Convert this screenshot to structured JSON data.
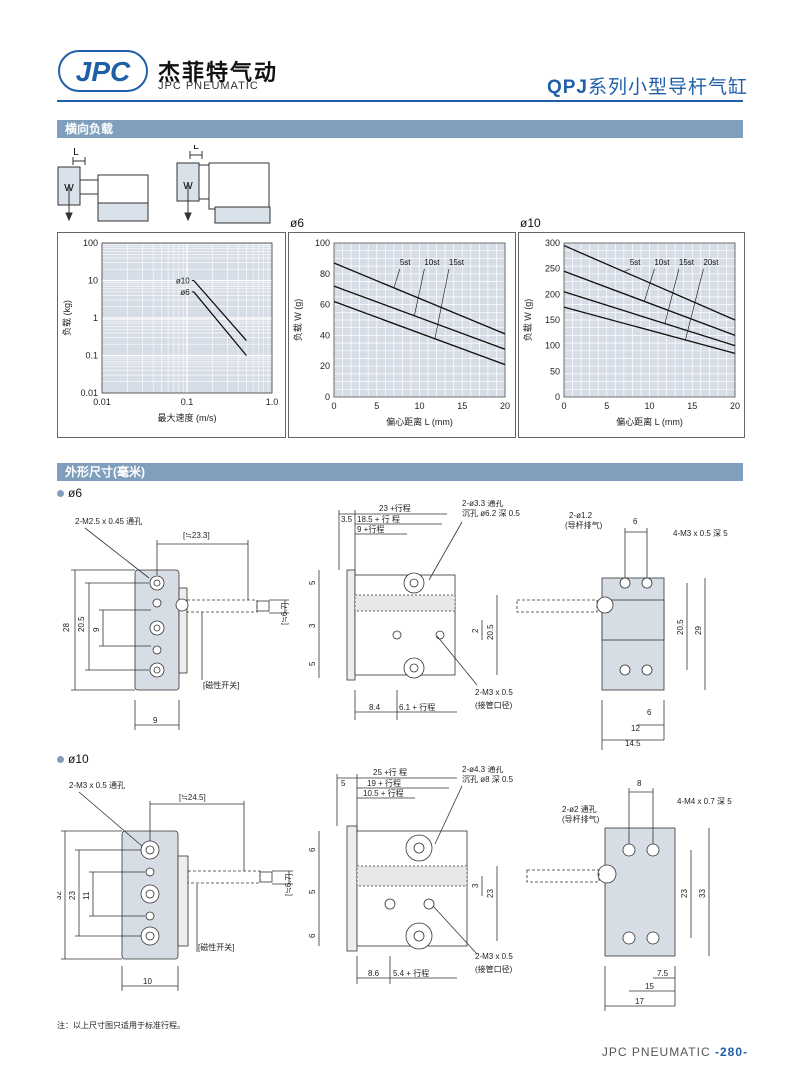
{
  "header": {
    "logo_text": "JPC",
    "brand_cn": "杰菲特气动",
    "brand_en": "JPC PNEUMATIC",
    "title_series": "QPJ",
    "title_rest": "系列小型导杆气缸"
  },
  "sections": {
    "lateral_load": "横向负载",
    "dimensions": "外形尺寸(毫米)"
  },
  "schematic": {
    "l_label": "L",
    "w_label": "W"
  },
  "charts": {
    "speed_plot_title": "",
    "phi6_title": "ø6",
    "phi10_title": "ø10"
  },
  "chart_data": [
    {
      "type": "line",
      "title": "",
      "xlabel": "最大速度 (m/s)",
      "ylabel": "负载 (kg)",
      "xscale": "log",
      "yscale": "log",
      "xlim": [
        0.01,
        1.0
      ],
      "ylim": [
        0.01,
        100
      ],
      "xticks": [
        "0.01",
        "0.1",
        "1.0"
      ],
      "yticks": [
        "100",
        "10",
        "1",
        "0.1",
        "0.01"
      ],
      "grid": true,
      "series": [
        {
          "name": "ø10",
          "x": [
            0.12,
            0.5
          ],
          "y": [
            10,
            0.25
          ]
        },
        {
          "name": "ø6",
          "x": [
            0.12,
            0.5
          ],
          "y": [
            5,
            0.1
          ]
        }
      ]
    },
    {
      "type": "line",
      "title": "ø6",
      "xlabel": "偏心距离 L (mm)",
      "ylabel": "负载 W (g)",
      "xlim": [
        0,
        20
      ],
      "ylim": [
        0,
        100
      ],
      "xticks": [
        0,
        5,
        10,
        15,
        20
      ],
      "yticks": [
        0,
        20,
        40,
        60,
        80,
        100
      ],
      "grid": true,
      "series": [
        {
          "name": "5st",
          "x": [
            0,
            20
          ],
          "y": [
            87,
            41
          ]
        },
        {
          "name": "10st",
          "x": [
            0,
            20
          ],
          "y": [
            72,
            31
          ]
        },
        {
          "name": "15st",
          "x": [
            0,
            20
          ],
          "y": [
            62,
            21
          ]
        }
      ]
    },
    {
      "type": "line",
      "title": "ø10",
      "xlabel": "偏心距离 L (mm)",
      "ylabel": "负载 W (g)",
      "xlim": [
        0,
        20
      ],
      "ylim": [
        0,
        300
      ],
      "xticks": [
        0,
        5,
        10,
        15,
        20
      ],
      "yticks": [
        0,
        50,
        100,
        150,
        200,
        250,
        300
      ],
      "grid": true,
      "series": [
        {
          "name": "5st",
          "x": [
            0,
            20
          ],
          "y": [
            295,
            150
          ]
        },
        {
          "name": "10st",
          "x": [
            0,
            20
          ],
          "y": [
            245,
            120
          ]
        },
        {
          "name": "15st",
          "x": [
            0,
            20
          ],
          "y": [
            205,
            100
          ]
        },
        {
          "name": "20st",
          "x": [
            0,
            20
          ],
          "y": [
            175,
            85
          ]
        }
      ]
    }
  ],
  "dims6": {
    "mark": "ø6",
    "m_hole": "2-M2.5 x 0.45 通孔",
    "approx": "[≒23.3]",
    "approx67": "[≒6.7]",
    "sensor": "[磁性开关]",
    "d28": "28",
    "d205": "20.5",
    "d9v": "9",
    "d9h": "9",
    "top1": "23 +行程",
    "top2": "18.5 + 行 程",
    "top3": "9 +行程",
    "d35": "3.5",
    "hole1": "2-ø3.3 通孔",
    "hole2": "沉孔 ø6.2 深 0.5",
    "d5a": "5",
    "d3": "3",
    "d5b": "5",
    "d2": "2",
    "d205b": "20.5",
    "port": "2-M3 x 0.5",
    "port_cn": "(接管口径)",
    "d84": "8.4",
    "d61": "6.1 + 行程",
    "r_hole": "2-ø1.2",
    "r_exhaust": "(导杆排气)",
    "r_d6": "6",
    "r_m3": "4-M3 x 0.5 深 5",
    "r_205": "20.5",
    "r_29": "29",
    "r_6b": "6",
    "r_12": "12",
    "r_145": "14.5"
  },
  "dims10": {
    "mark": "ø10",
    "m_hole": "2-M3 x 0.5 通孔",
    "approx": "[≒24.5]",
    "approx67": "[≒6.7]",
    "sensor": "[磁性开关]",
    "d32": "32",
    "d23": "23",
    "d11": "11",
    "d10": "10",
    "top1": "25 +行 程",
    "top2": "19 + 行程",
    "top3": "10.5 + 行程",
    "d5": "5",
    "hole1": "2-ø4.3 通孔",
    "hole2": "沉孔 ø8 深 0.5",
    "d6a": "6",
    "d5b": "5",
    "d6b": "6",
    "d3": "3",
    "d23b": "23",
    "port": "2-M3 x 0.5",
    "port_cn": "(接管口径)",
    "d86": "8.6",
    "d54": "5.4 + 行程",
    "r_hole": "2-ø2 通孔",
    "r_exhaust": "(导杆排气)",
    "r_d8": "8",
    "r_m4": "4-M4 x 0.7 深 5",
    "r_23": "23",
    "r_33": "33",
    "r_75": "7.5",
    "r_15": "15",
    "r_17": "17"
  },
  "note": "注：以上尺寸图只适用于标准行程。",
  "footer": {
    "brand": "JPC PNEUMATIC",
    "page": "-280-"
  },
  "colors": {
    "accent": "#1f5fa8",
    "band": "#7f9fbd",
    "plot_bg": "#d6dde6"
  }
}
